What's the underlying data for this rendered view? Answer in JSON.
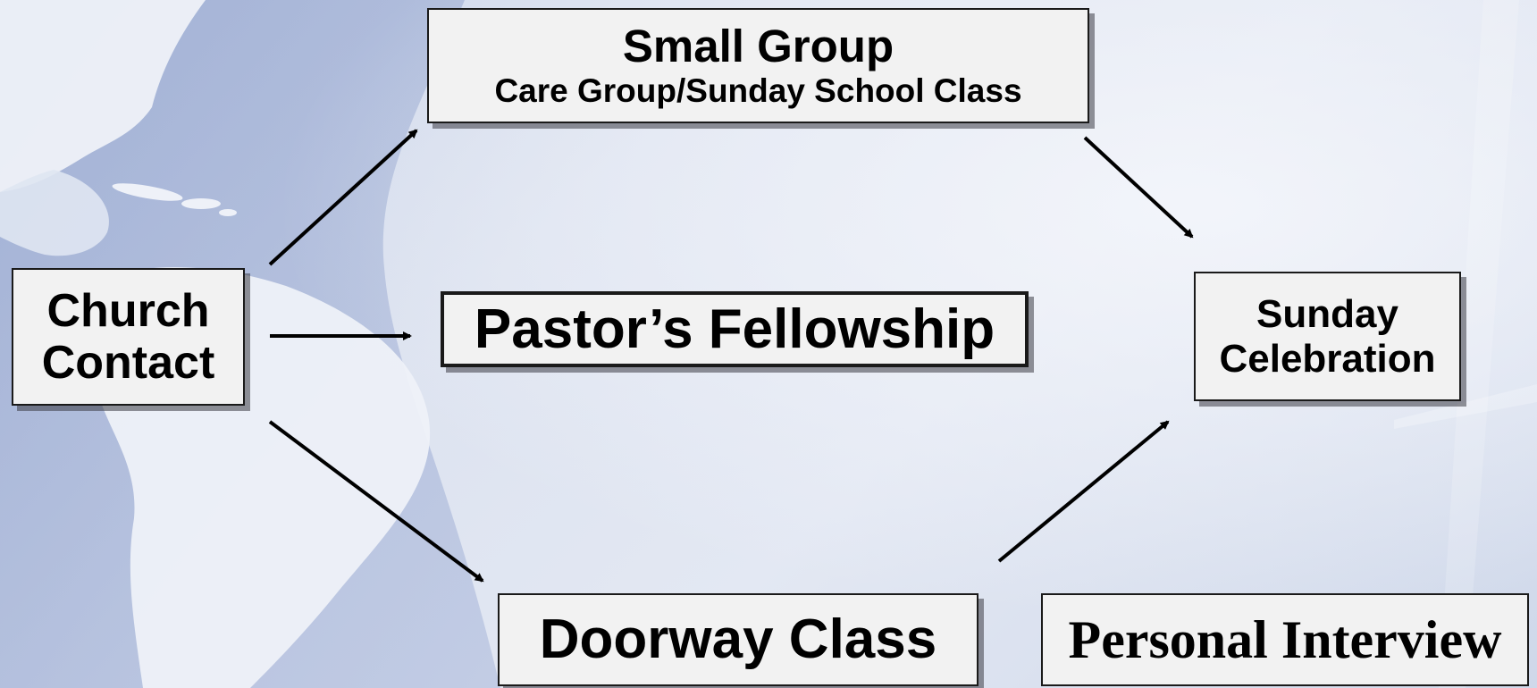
{
  "diagram": {
    "small_group": {
      "title": "Small Group",
      "subtitle": "Care Group/Sunday School Class"
    },
    "church_contact": {
      "line1": "Church",
      "line2": "Contact"
    },
    "pastors_fellowship": {
      "label": "Pastor’s Fellowship"
    },
    "sunday_celebration": {
      "line1": "Sunday",
      "line2": "Celebration"
    },
    "doorway_class": {
      "label": "Doorway Class"
    },
    "personal_interview": {
      "label": "Personal Interview"
    }
  }
}
